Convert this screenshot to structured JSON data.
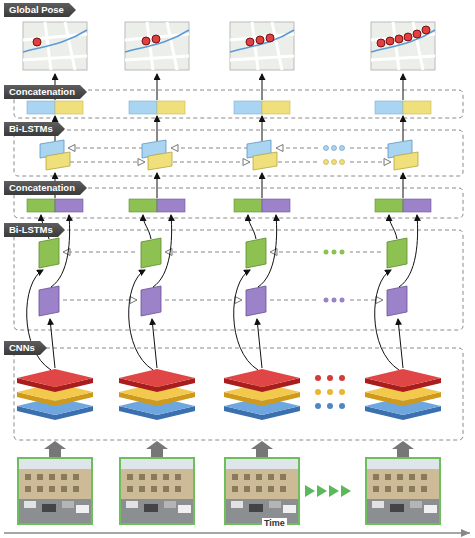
{
  "diagram": {
    "nodes": [
      {
        "text": [
          "Global Pose"
        ]
      },
      {
        "text": [
          "Concatenation"
        ]
      },
      {
        "text": [
          "Bi-LSTMs"
        ]
      },
      {
        "text": [
          "Concatenation"
        ]
      },
      {
        "text": [
          "Bi-LSTMs"
        ]
      },
      {
        "text": [
          "CNNs"
        ]
      }
    ],
    "labels": [
      "Time"
    ]
  }
}
